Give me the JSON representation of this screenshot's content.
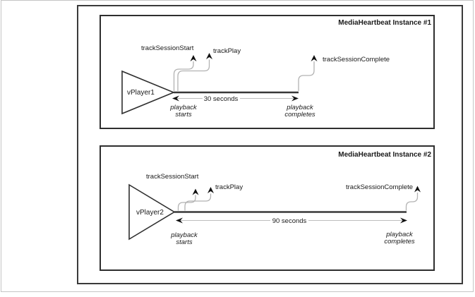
{
  "figure": {
    "panels": [
      {
        "title": "MediaHeartbeat Instance #1",
        "player": "vPlayer1",
        "events": {
          "session_start": "trackSessionStart",
          "play": "trackPlay",
          "session_complete": "trackSessionComplete"
        },
        "duration": "30 seconds",
        "playback_start": [
          "playback",
          "starts"
        ],
        "playback_complete": [
          "playback",
          "completes"
        ]
      },
      {
        "title": "MediaHeartbeat Instance #2",
        "player": "vPlayer2",
        "events": {
          "session_start": "trackSessionStart",
          "play": "trackPlay",
          "session_complete": "trackSessionComplete"
        },
        "duration": "90 seconds",
        "playback_start": [
          "playback",
          "starts"
        ],
        "playback_complete": [
          "playback",
          "completes"
        ]
      }
    ],
    "colors": {
      "outer_border": "#3a3a3a",
      "panel_border": "#2e2e2e",
      "image_frame": "#c5c5c5",
      "timeline": "#383838",
      "curve": "#b2b2b2",
      "arrowhead": "#111111",
      "text": "#1a1a1a",
      "background": "#ffffff"
    }
  }
}
